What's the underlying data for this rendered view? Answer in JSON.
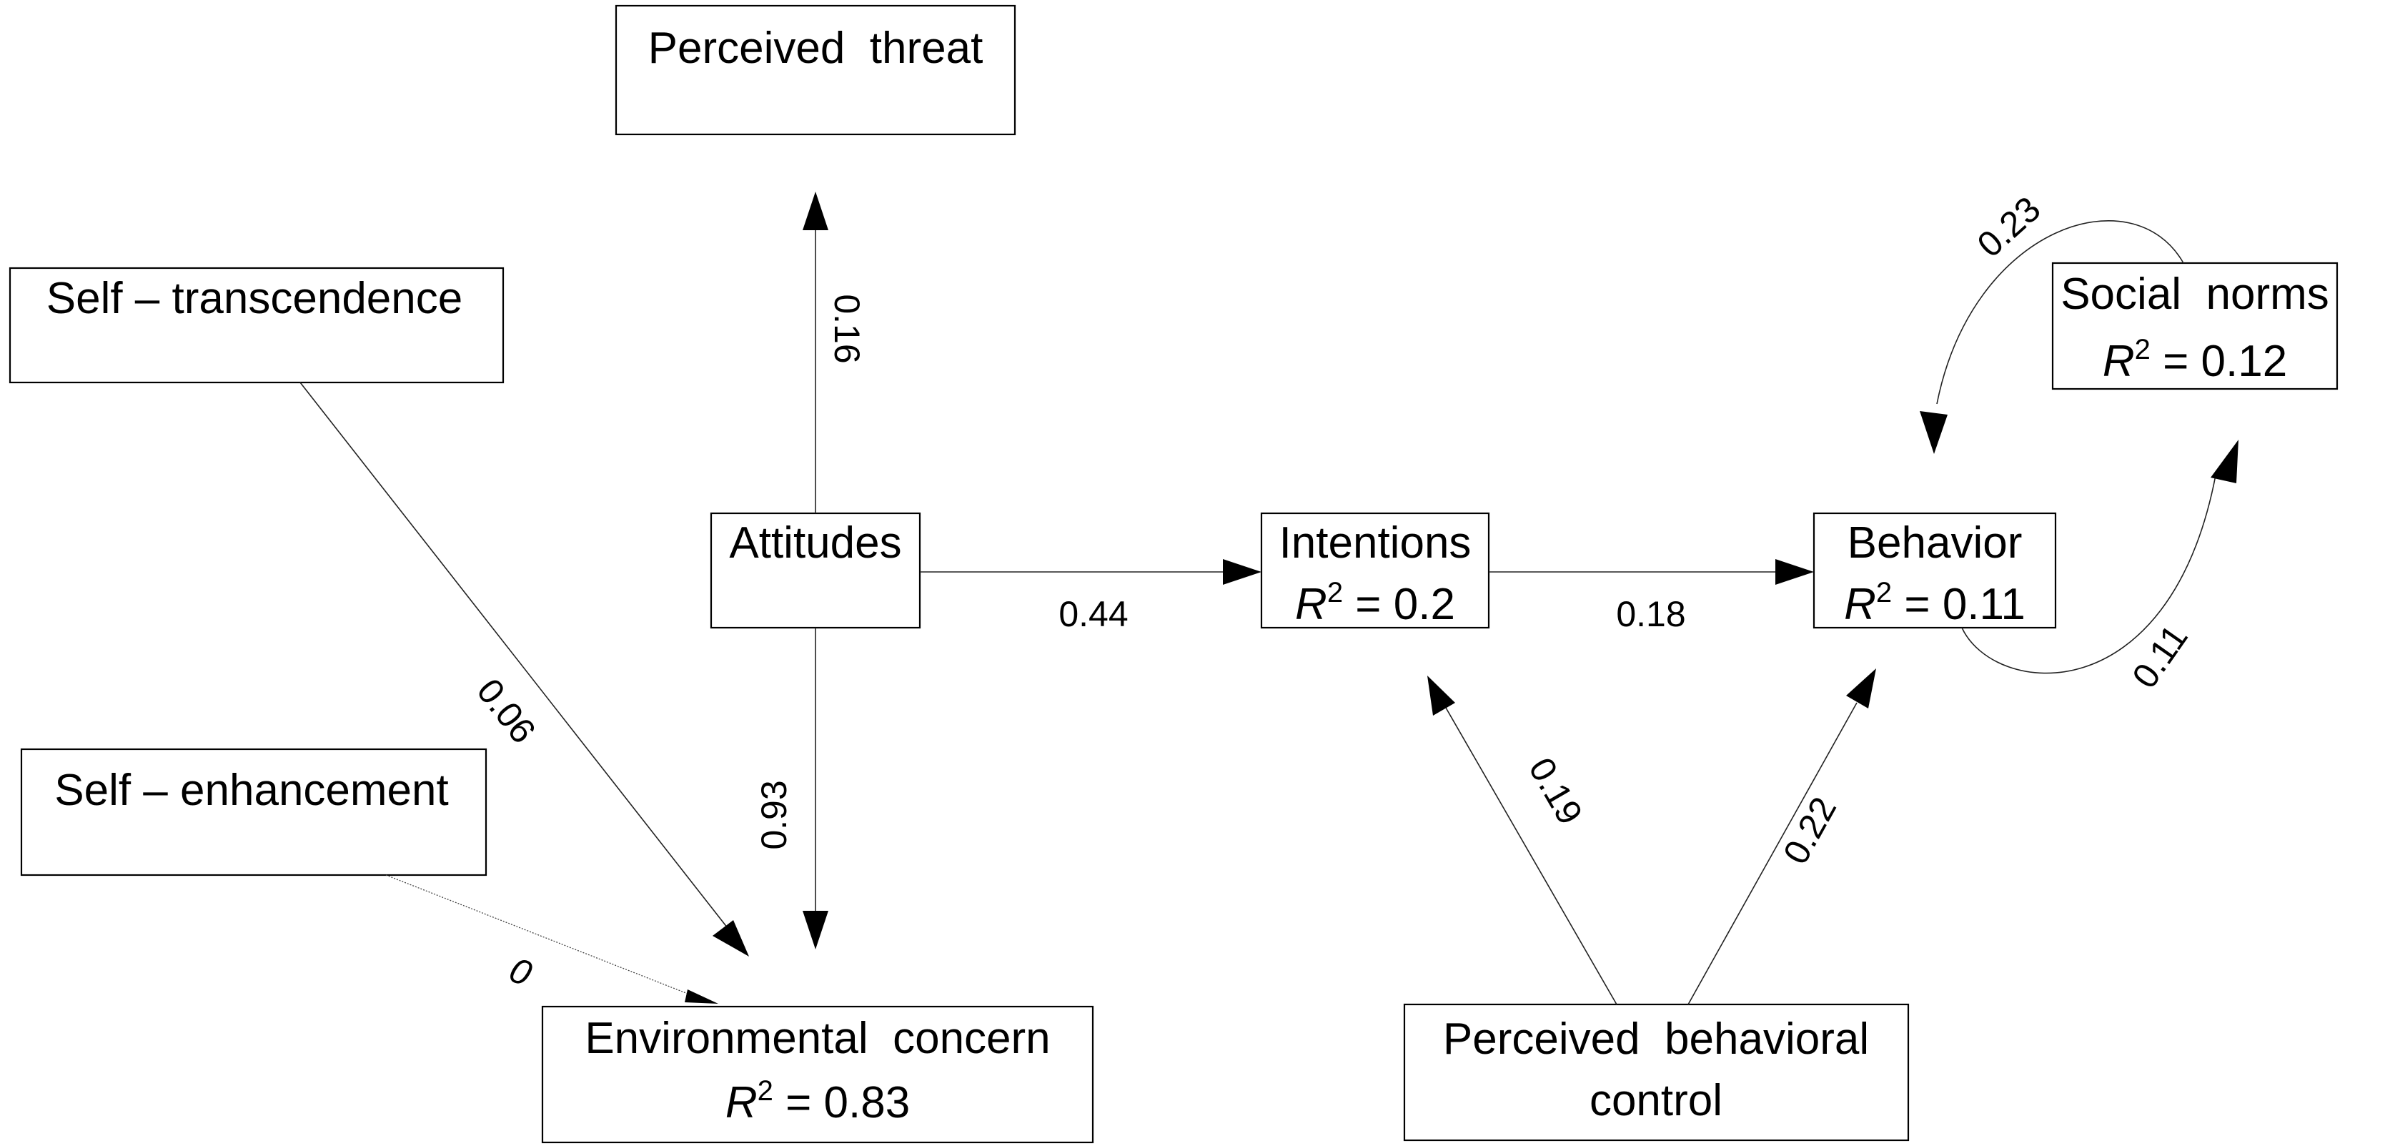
{
  "nodes": {
    "perceived_threat": {
      "label": "Perceived  threat"
    },
    "self_transcendence": {
      "label": "Self – transcendence"
    },
    "self_enhancement": {
      "label": "Self – enhancement"
    },
    "attitudes": {
      "label": "Attitudes"
    },
    "environmental_concern": {
      "label": "Environmental  concern",
      "r2": "0.83"
    },
    "intentions": {
      "label": "Intentions",
      "r2": "0.2"
    },
    "behavior": {
      "label": "Behavior",
      "r2": "0.11"
    },
    "social_norms": {
      "label": "Social  norms",
      "r2": "0.12"
    },
    "perceived_behavioral_control": {
      "label_line1": "Perceived  behavioral",
      "label_line2": "control"
    }
  },
  "r2_prefix": "R",
  "r2_exponent": "2",
  "r2_equals": " = ",
  "paths": {
    "attitudes_to_threat": "0.16",
    "attitudes_to_intentions": "0.44",
    "attitudes_to_concern": "0.93",
    "transcendence_to_concern": "0.06",
    "enhancement_to_concern": "0",
    "intentions_to_behavior": "0.18",
    "pbc_to_intentions": "0.19",
    "pbc_to_behavior": "0.22",
    "norms_to_behavior": "0.23",
    "behavior_to_norms": "0.11"
  }
}
